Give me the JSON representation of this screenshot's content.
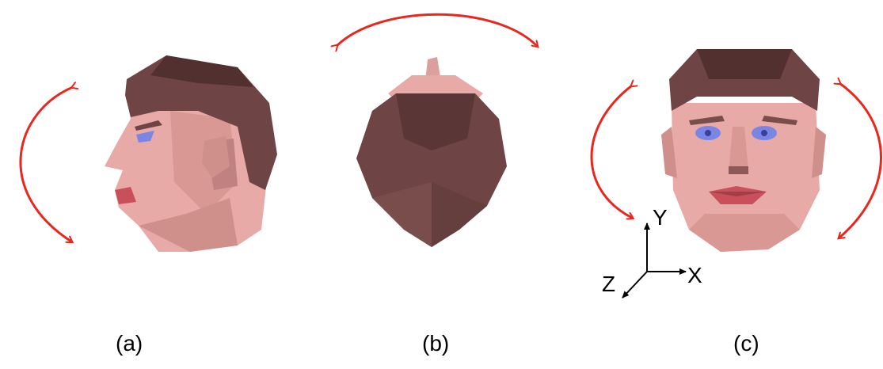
{
  "panels": [
    {
      "id": "a",
      "caption": "(a)"
    },
    {
      "id": "b",
      "caption": "(b)"
    },
    {
      "id": "c",
      "caption": "(c)"
    }
  ],
  "axes": {
    "x": "X",
    "y": "Y",
    "z": "Z"
  },
  "colors": {
    "arrow": "#e8281e",
    "hair": "#6e4444",
    "skin": "#e8aaa6",
    "skin_shadow": "#c98d8a",
    "lips": "#c9505a",
    "eyes": "#7a86e6"
  }
}
